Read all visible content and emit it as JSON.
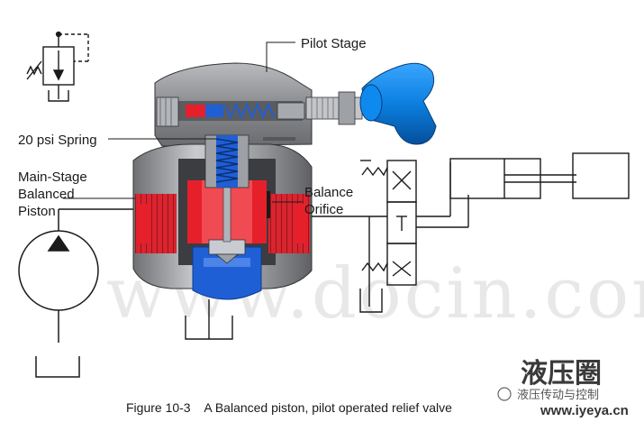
{
  "labels": {
    "pilot_stage": "Pilot Stage",
    "spring": "20 psi Spring",
    "main_stage_1": "Main-Stage",
    "main_stage_2": "Balanced",
    "main_stage_3": "Piston",
    "balance_1": "Balance",
    "balance_2": "Orifice"
  },
  "caption": "Figure 10-3    A Balanced piston, pilot operated relief valve",
  "watermark": "www.docin.com",
  "stamp": {
    "cn": "液压圈",
    "sub": "液压传动与控制",
    "url": "www.iyeya.cn"
  },
  "colors": {
    "body": "#8c8e92",
    "body_light": "#c4c6ca",
    "section": "#e5202b",
    "port_blue": "#1f5fd6",
    "knob": "#0b7fe0",
    "line": "#1a1a1a"
  }
}
